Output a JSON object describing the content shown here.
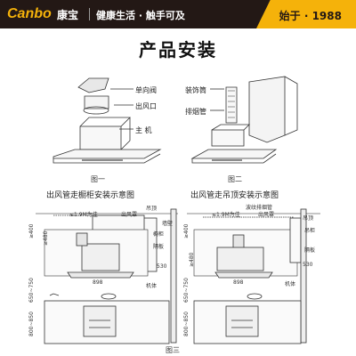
{
  "header": {
    "brand": "Canbo",
    "brand_cn": "康宝",
    "tagline": "健康生活 · 触手可及",
    "since": "始于 · 1988"
  },
  "title": "产品安装",
  "figure1": {
    "labels": {
      "valve": "单向阀",
      "outlet": "出风口",
      "main": "主 机"
    },
    "caption": "图一"
  },
  "figure2": {
    "labels": {
      "cover": "装饰筒",
      "pipe": "排烟管"
    },
    "caption": "图二"
  },
  "figure3": {
    "left_title": "出风管走橱柜安装示意图",
    "right_title": "出风管走吊顶安装示意图",
    "caption": "图三",
    "left_dims": {
      "pipe_len": "≤1.9M为佳",
      "ceiling": "吊顶",
      "outlet": "出风罩",
      "wall": "墙壁",
      "cabinet": "橱柜",
      "board": "隔板",
      "height_480": "≥480",
      "d530": "530",
      "width": "898",
      "machine": "机体",
      "h650": "650~750",
      "h800": "800~850",
      "h400": "≥400"
    },
    "right_dims": {
      "pipe_len": "≤1.9M为佳",
      "ceiling": "吊顶",
      "vent": "波纹排烟管",
      "outlet": "出风罩",
      "cabinet": "吊柜",
      "board": "隔板",
      "height_480": "≥480",
      "d530": "530",
      "width": "898",
      "machine": "机体",
      "h650": "650~750",
      "h800": "800~850",
      "h400": "≥400"
    }
  }
}
